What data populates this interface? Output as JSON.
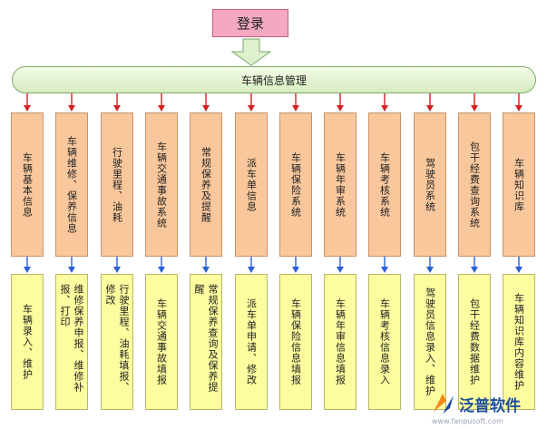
{
  "login": {
    "label": "登录"
  },
  "system": {
    "label": "车辆信息管理"
  },
  "modules": [
    {
      "label": "车辆基本信息",
      "sub": "车辆录入、维护"
    },
    {
      "label": "车辆维修、保养信息",
      "sub": "维修保养申报、维修补报、打印"
    },
    {
      "label": "行驶里程、油耗",
      "sub": "行驶里程、油耗填报、修改"
    },
    {
      "label": "车辆交通事故系统",
      "sub": "车辆交通事故填报"
    },
    {
      "label": "常规保养及提醒",
      "sub": "常规保养查询及保养提醒"
    },
    {
      "label": "派车单信息",
      "sub": "派车单申请、修改"
    },
    {
      "label": "车辆保险系统",
      "sub": "车辆保险信息填报"
    },
    {
      "label": "车辆年审系统",
      "sub": "车辆年审信息填报"
    },
    {
      "label": "车辆考核系统",
      "sub": "车辆考核信息录入"
    },
    {
      "label": "驾驶员系统",
      "sub": "驾驶员信息录入、维护"
    },
    {
      "label": "包干经费查询系统",
      "sub": "包干经费数据维护"
    },
    {
      "label": "车辆知识库",
      "sub": "车辆知识库内容维护"
    }
  ],
  "brand": {
    "name": "泛普软件",
    "url": "www.fanpusoft.com"
  },
  "colors": {
    "login_fill": "#f4a8c2",
    "bar_fill": "#d6edbf",
    "module_fill": "#f9c79c",
    "sub_fill": "#fdfc9e",
    "red_arrow": "#d42020",
    "blue_arrow": "#2b5fd9",
    "brand_blue": "#1d4f9a",
    "brand_orange": "#f08a1c"
  }
}
